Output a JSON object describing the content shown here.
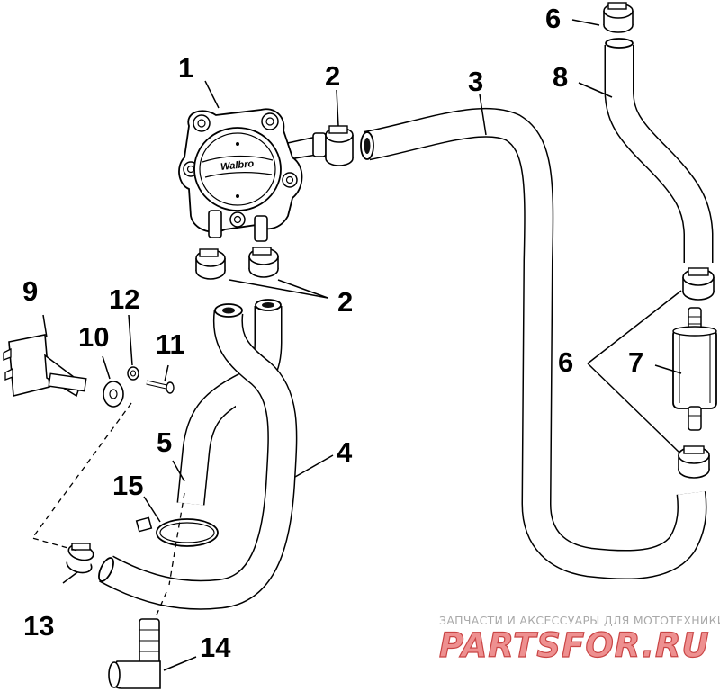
{
  "callouts": {
    "c1": "1",
    "c2a": "2",
    "c2b": "2",
    "c3": "3",
    "c4": "4",
    "c5": "5",
    "c6a": "6",
    "c6b": "6",
    "c7": "7",
    "c8": "8",
    "c9": "9",
    "c10": "10",
    "c11": "11",
    "c12": "12",
    "c13": "13",
    "c14": "14",
    "c15": "15"
  },
  "pump_brand": "Walbro",
  "watermark": {
    "tagline": "ЗАПЧАСТИ И АКСЕССУАРЫ ДЛЯ МОТОТЕХНИКИ",
    "brand": "PARTSFOR.RU"
  }
}
